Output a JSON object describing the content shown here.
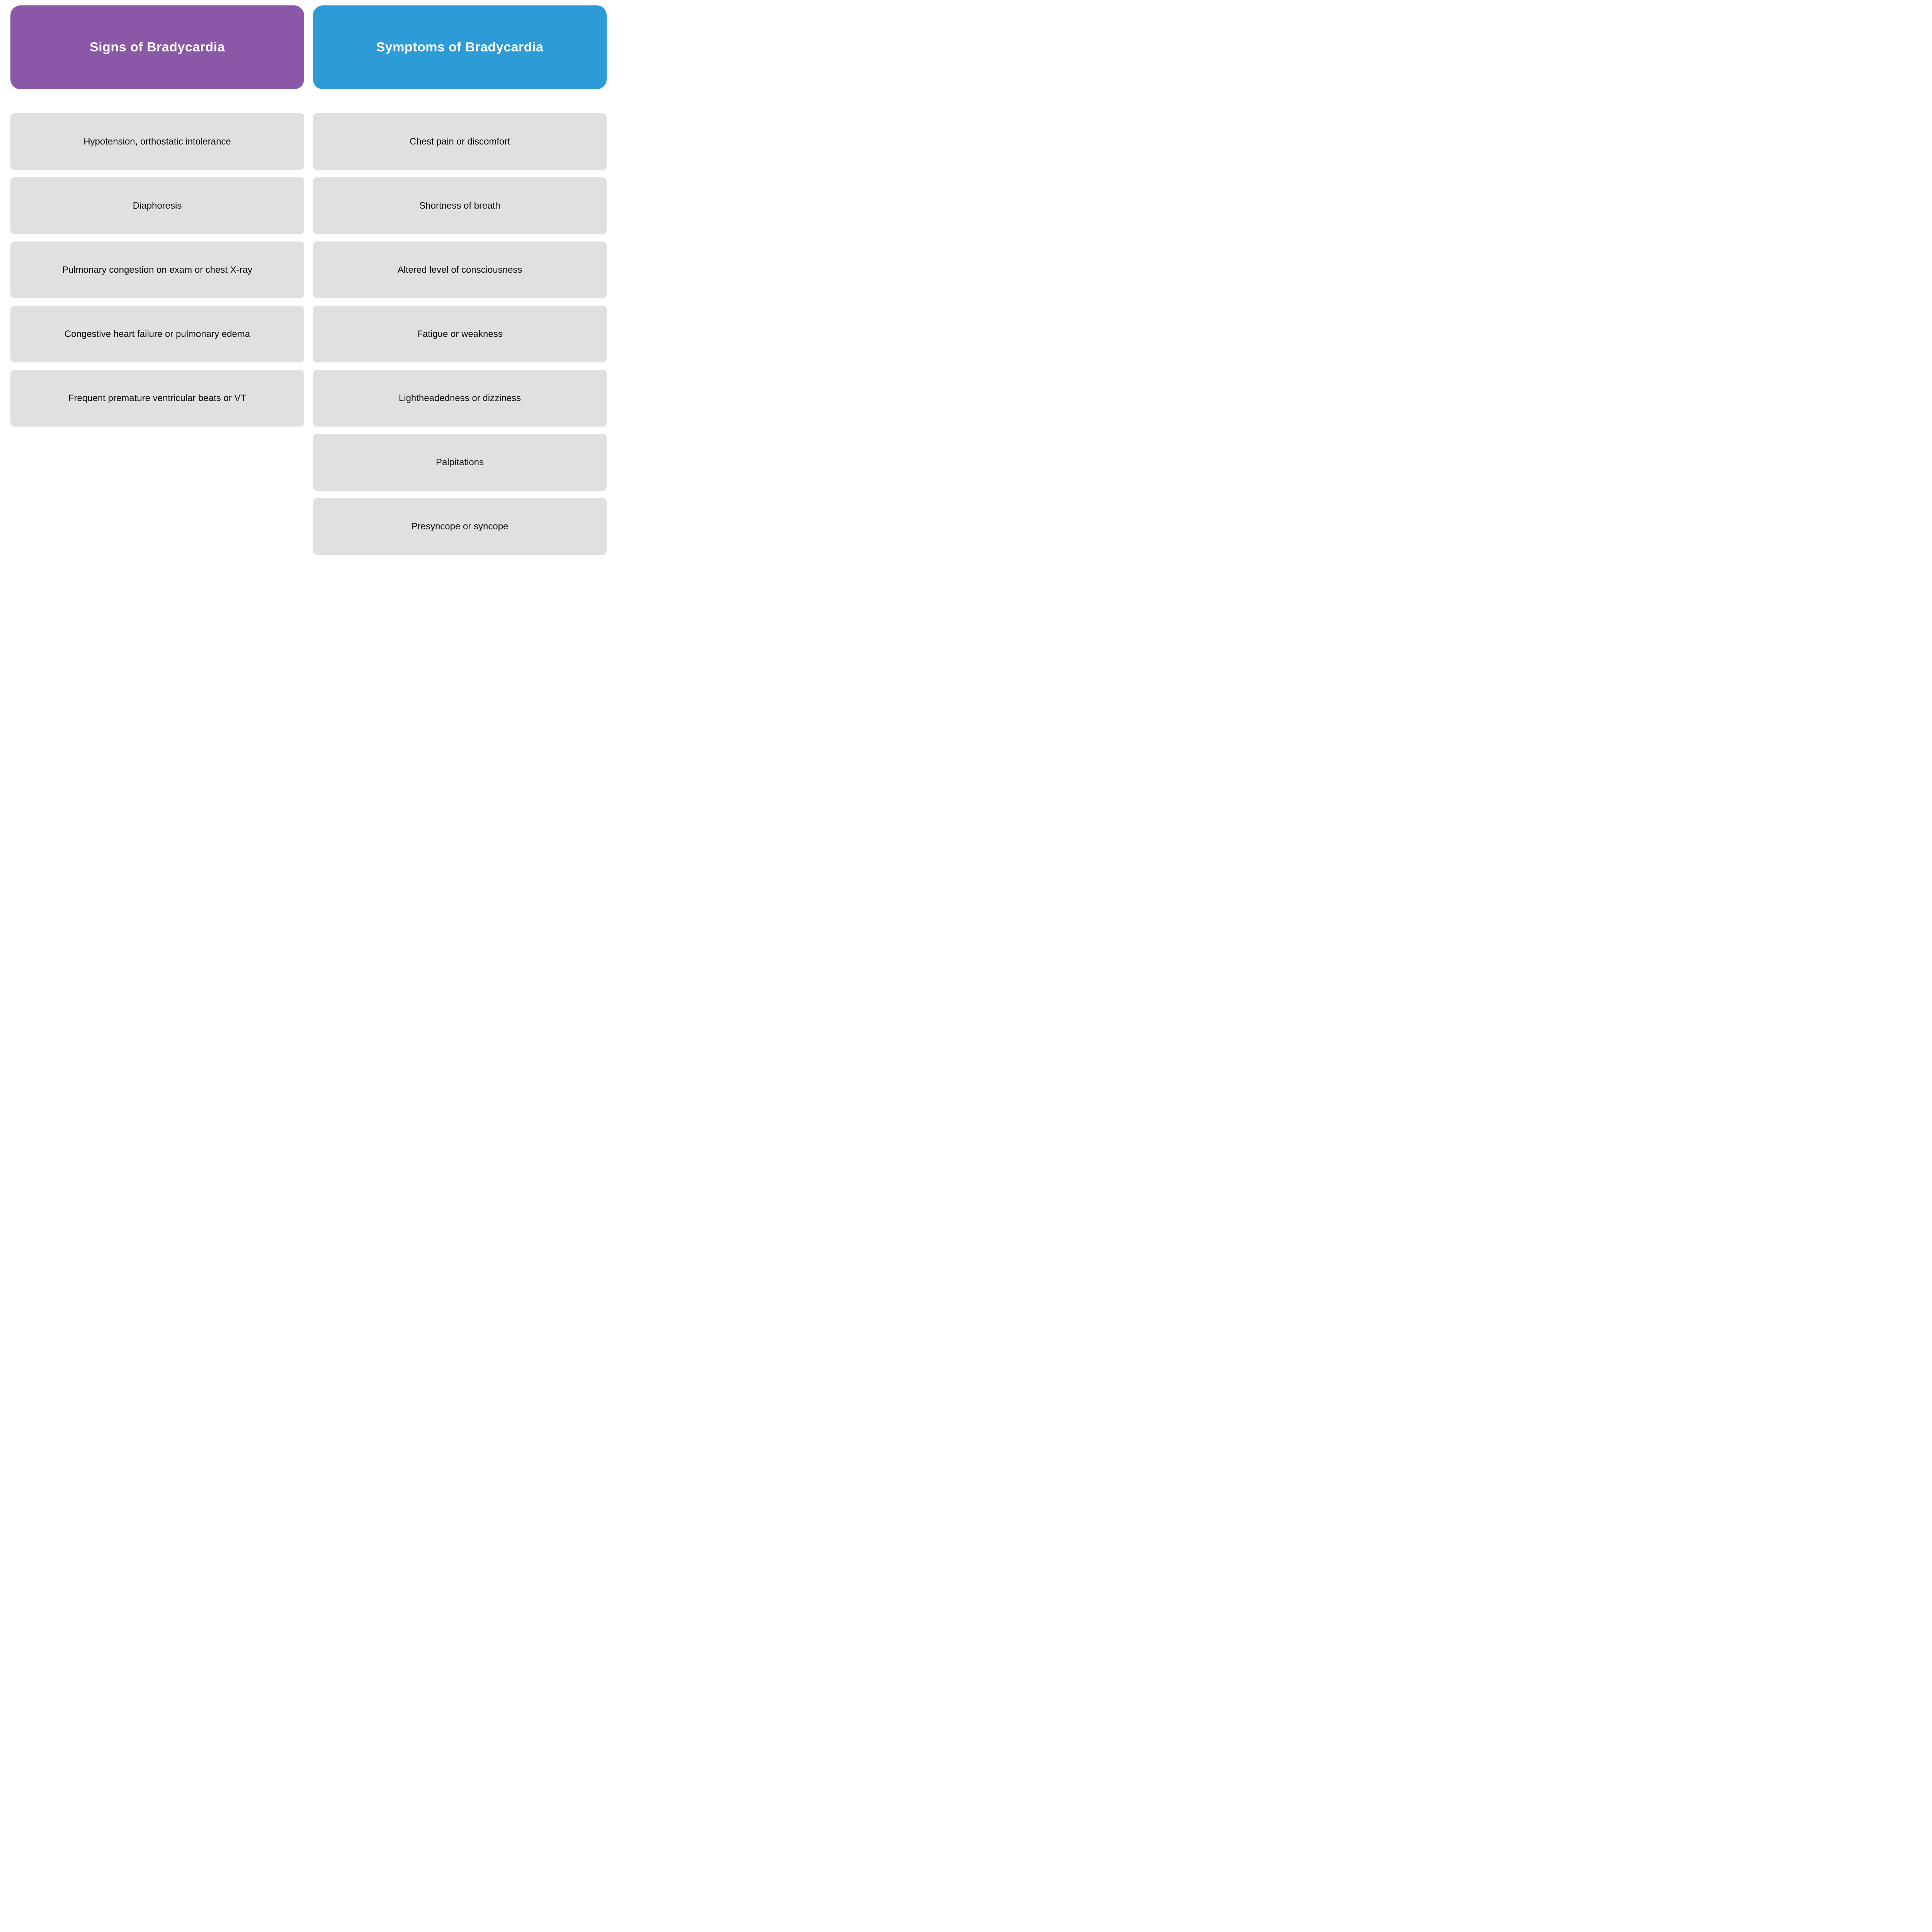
{
  "colors": {
    "signs_header_bg": "#8b57a7",
    "symptoms_header_bg": "#2d9bd5",
    "item_bg": "#e0e0e0",
    "header_text": "#ffffff",
    "item_text": "#0d0d0d",
    "page_bg": "#ffffff"
  },
  "columns": [
    {
      "header": {
        "label": "Signs of Bradycardia",
        "color": "#8b57a7"
      },
      "items": [
        "Hypotension, orthostatic intolerance",
        "Diaphoresis",
        "Pulmonary congestion on exam or chest X-ray",
        "Congestive heart failure or pulmonary edema",
        "Frequent premature ventricular beats or VT"
      ]
    },
    {
      "header": {
        "label": "Symptoms of Bradycardia",
        "color": "#2d9bd5"
      },
      "items": [
        "Chest pain or discomfort",
        "Shortness of breath",
        "Altered level of consciousness",
        "Fatigue or weakness",
        "Lightheadedness or dizziness",
        "Palpitations",
        "Presyncope or syncope"
      ]
    }
  ]
}
